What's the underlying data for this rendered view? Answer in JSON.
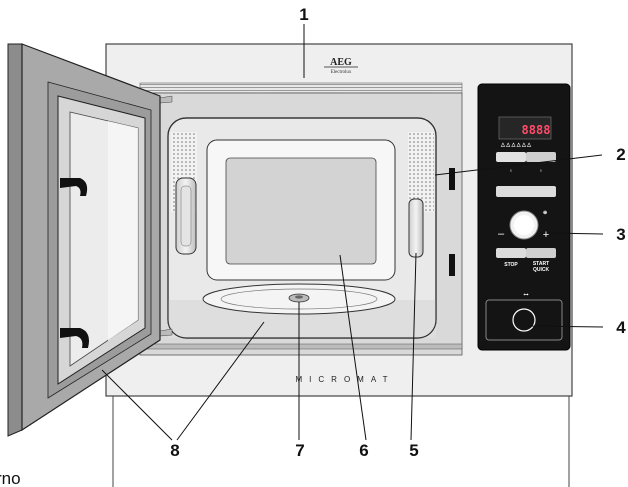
{
  "brand": {
    "name": "AEG",
    "subtitle": "Electrolux"
  },
  "model_label": "MICROMAT",
  "display": {
    "digits": "8888"
  },
  "control_panel": {
    "stop_label": "STOP",
    "start_label": "START",
    "quick_label": "QUICK",
    "minus_sign": "–",
    "plus_sign": "+"
  },
  "callouts": [
    "1",
    "2",
    "3",
    "4",
    "5",
    "6",
    "7",
    "8"
  ],
  "cropped_text": "rno"
}
